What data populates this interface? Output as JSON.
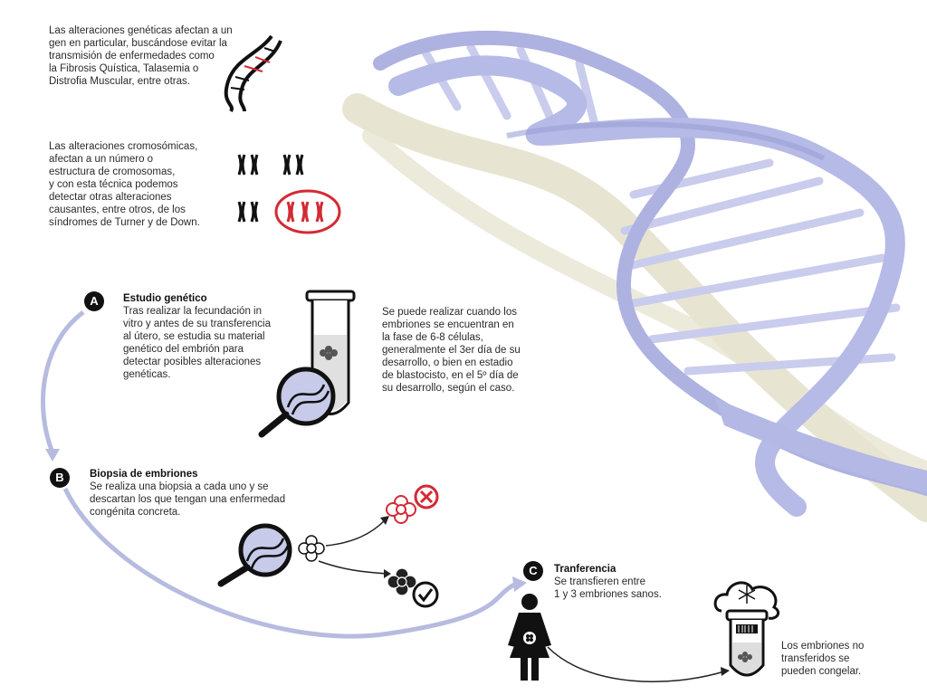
{
  "intro_genetic": {
    "lines": [
      "Las alteraciones genéticas afectan a un",
      "gen en particular, buscándose evitar la",
      "transmisión de enfermedades como",
      "la Fibrosis Quística, Talasemia o",
      "Distrofia Muscular, entre otras."
    ]
  },
  "intro_chromosomal": {
    "lines": [
      "Las alteraciones cromosómicas,",
      "afectan a un número o",
      "estructura de cromosomas,",
      "y con esta técnica podemos",
      "detectar otras alteraciones",
      "causantes, entre otros, de los",
      "síndromes de Turner y de Down."
    ]
  },
  "step_a": {
    "badge": "A",
    "title": "Estudio genético",
    "lines": [
      "Tras realizar la fecundación in",
      "vitro y antes de su transferencia",
      "al útero, se estudia su material",
      "genético del embrión para",
      "detectar posibles alteraciones",
      "genéticas."
    ],
    "side_lines": [
      "Se puede realizar cuando los",
      "embriones se encuentran en",
      "la fase de 6-8 células,",
      "generalmente el 3er día de su",
      "desarrollo, o bien en estadio",
      "de blastocisto, en el 5º día de",
      "su desarrollo, según el caso."
    ]
  },
  "step_b": {
    "badge": "B",
    "title": "Biopsia de embriones",
    "lines": [
      "Se realiza una biopsia a cada uno y se",
      "descartan los que tengan una enfermedad",
      "congénita concreta."
    ]
  },
  "step_c": {
    "badge": "C",
    "title": "Tranferencia",
    "lines": [
      "Se transfieren entre",
      "1 y 3 embriones sanos."
    ],
    "freeze_lines": [
      "Los embriones no",
      "transferidos se",
      "pueden congelar."
    ]
  },
  "colors": {
    "dna": "#b9bde6",
    "dna_dark": "#8f95cf",
    "shadow": "#e6e4cf",
    "accent_red": "#d42a35",
    "ink": "#111111",
    "arrow": "#b7bbe0"
  },
  "icons": [
    "dna-icon",
    "chromosome-icon",
    "test-tube-icon",
    "magnifier-icon",
    "embryo-icon",
    "reject-icon",
    "check-icon",
    "woman-icon",
    "cryo-tank-icon",
    "snowflake-icon"
  ]
}
